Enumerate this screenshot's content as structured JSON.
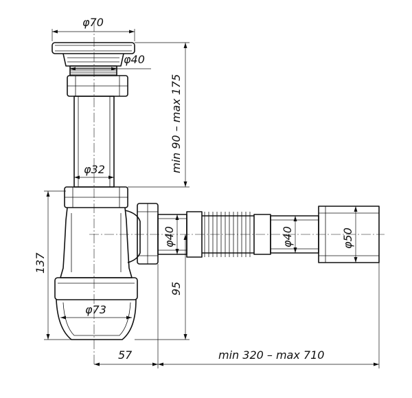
{
  "labels": {
    "d70": "φ70",
    "d40_top": "φ40",
    "range_height": "min 90 – max 175",
    "d32": "φ32",
    "h137": "137",
    "d40_left": "φ40",
    "d40_right": "φ40",
    "d50": "φ50",
    "h95": "95",
    "d73": "φ73",
    "w57": "57",
    "range_length": "min 320 – max 710"
  }
}
